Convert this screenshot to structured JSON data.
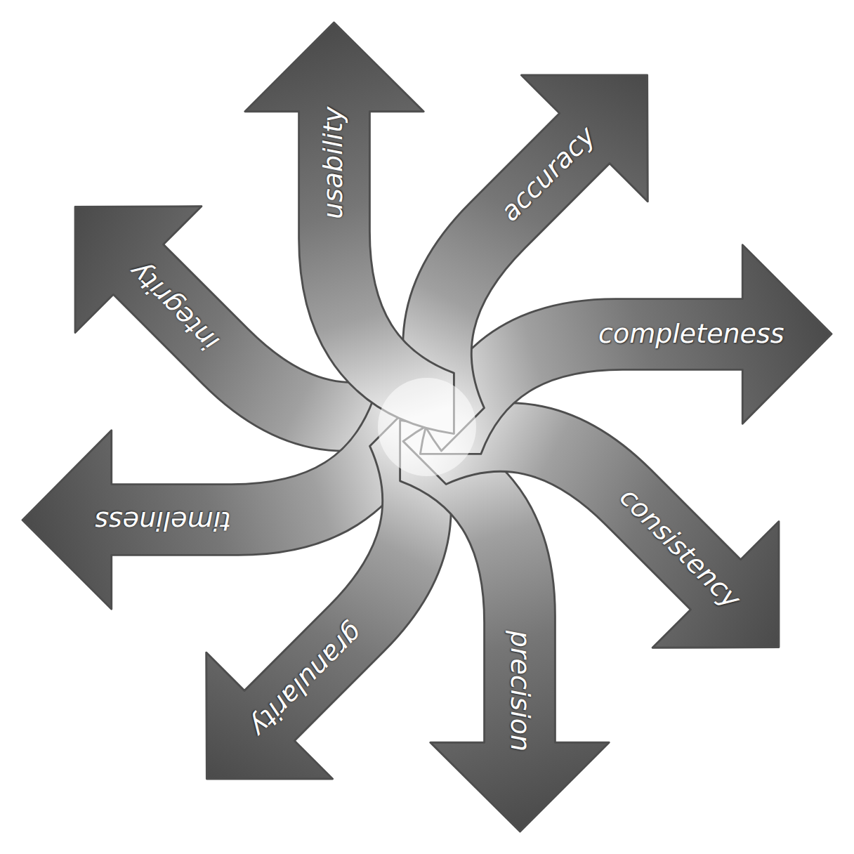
{
  "diagram": {
    "nodes": [
      {
        "text": [
          "usability"
        ]
      },
      {
        "text": [
          "accuracy"
        ]
      },
      {
        "text": [
          "completeness"
        ]
      },
      {
        "text": [
          "consistency"
        ]
      },
      {
        "text": [
          "precision"
        ]
      },
      {
        "text": [
          "granularity"
        ]
      },
      {
        "text": [
          "timeliness"
        ]
      },
      {
        "text": [
          "integrity"
        ]
      }
    ]
  }
}
